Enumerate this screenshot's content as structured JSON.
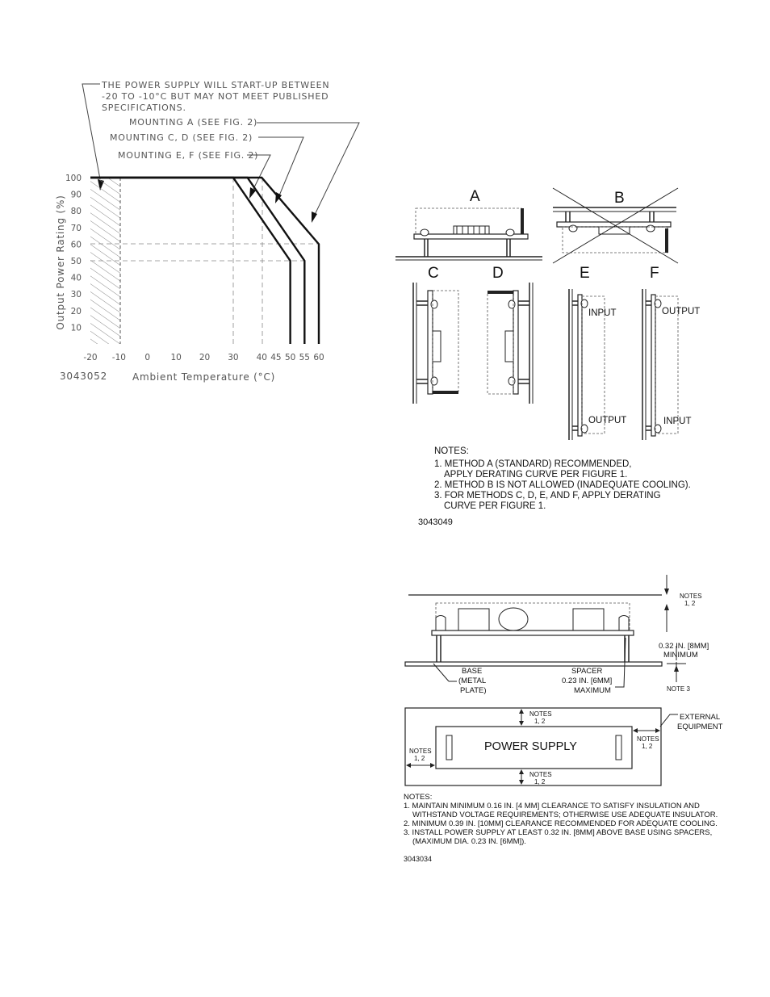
{
  "fig1": {
    "callout_main": [
      "THE POWER SUPPLY WILL START-UP BETWEEN",
      "-20 TO -10°C BUT MAY NOT MEET PUBLISHED",
      "SPECIFICATIONS."
    ],
    "callout_a": "MOUNTING A (SEE FIG. 2)",
    "callout_cd": "MOUNTING C, D (SEE FIG. 2)",
    "callout_ef": "MOUNTING E, F (SEE FIG. 2)",
    "fig_id": "3043052"
  },
  "chart_data": {
    "type": "line",
    "xlabel": "Ambient Temperature (°C)",
    "ylabel": "Output Power Rating (%)",
    "x_ticks": [
      "-20",
      "-10",
      "0",
      "10",
      "20",
      "30",
      "40",
      "45",
      "50",
      "55",
      "60"
    ],
    "y_ticks": [
      "10",
      "20",
      "30",
      "40",
      "50",
      "60",
      "70",
      "80",
      "90",
      "100"
    ],
    "xlim": [
      -20,
      60
    ],
    "ylim": [
      0,
      100
    ],
    "hatched_region": [
      -20,
      -10
    ],
    "series": [
      {
        "name": "MOUNTING E, F",
        "points": [
          [
            -20,
            100
          ],
          [
            30,
            100
          ],
          [
            50,
            50
          ],
          [
            50,
            0
          ]
        ]
      },
      {
        "name": "MOUNTING C, D",
        "points": [
          [
            -20,
            100
          ],
          [
            35,
            100
          ],
          [
            55,
            50
          ],
          [
            55,
            0
          ]
        ]
      },
      {
        "name": "MOUNTING A",
        "points": [
          [
            -20,
            100
          ],
          [
            40,
            100
          ],
          [
            60,
            60
          ],
          [
            60,
            0
          ]
        ]
      }
    ]
  },
  "fig2": {
    "labels": [
      "A",
      "B",
      "C",
      "D",
      "E",
      "F"
    ],
    "e_input": "INPUT",
    "e_output": "OUTPUT",
    "f_output": "OUTPUT",
    "f_input": "INPUT",
    "notes_title": "NOTES:",
    "notes": [
      "1. METHOD A (STANDARD) RECOMMENDED,",
      "APPLY DERATING CURVE PER FIGURE 1.",
      "2. METHOD B IS NOT ALLOWED (INADEQUATE COOLING).",
      "3. FOR METHODS C, D, E, AND F, APPLY DERATING",
      "CURVE PER FIGURE 1."
    ],
    "fig_id": "3043049"
  },
  "fig3": {
    "notes_12_a": "NOTES",
    "notes_12_b": "1, 2",
    "clearance_a": "0.32 IN. [8MM]",
    "clearance_b": "MINIMUM",
    "base_a": "BASE",
    "base_b": "(METAL",
    "base_c": "PLATE)",
    "spacer_a": "SPACER",
    "spacer_b": "0.23 IN. [6MM]",
    "spacer_c": "MAXIMUM",
    "note3": "NOTE 3",
    "ext_a": "EXTERNAL",
    "ext_b": "EQUIPMENT",
    "power_supply": "POWER SUPPLY",
    "notes_title": "NOTES:",
    "notes": [
      "1. MAINTAIN MINIMUM 0.16 IN. [4 MM] CLEARANCE TO SATISFY INSULATION AND",
      "WITHSTAND VOLTAGE REQUIREMENTS; OTHERWISE USE ADEQUATE INSULATOR.",
      "2. MINIMUM 0.39 IN. [10MM] CLEARANCE RECOMMENDED FOR ADEQUATE COOLING.",
      "3. INSTALL POWER SUPPLY AT LEAST 0.32 IN. [8MM] ABOVE BASE USING SPACERS,",
      "(MAXIMUM DIA. 0.23 IN. [6MM])."
    ],
    "fig_id": "3043034"
  }
}
